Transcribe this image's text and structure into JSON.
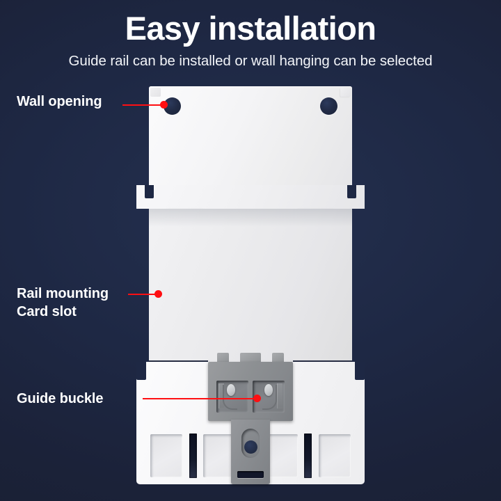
{
  "header": {
    "title": "Easy installation",
    "subtitle": "Guide rail can be installed or wall hanging can be selected"
  },
  "callouts": [
    {
      "id": "wall-opening",
      "label": "Wall opening"
    },
    {
      "id": "rail-mounting",
      "label": "Rail mounting\nCard slot"
    },
    {
      "id": "guide-buckle",
      "label": "Guide buckle"
    }
  ],
  "colors": {
    "background": "#1e2844",
    "accent_red": "#ff0f12",
    "device_white": "#f2f2f4",
    "buckle_gray": "#8d9093",
    "hole_navy": "#222c47"
  },
  "device": {
    "name": "din-rail-module-back-view",
    "wall_holes": 2,
    "vent_wide_count": 4,
    "vent_slot_count": 2,
    "buckle_pockets": 2
  }
}
